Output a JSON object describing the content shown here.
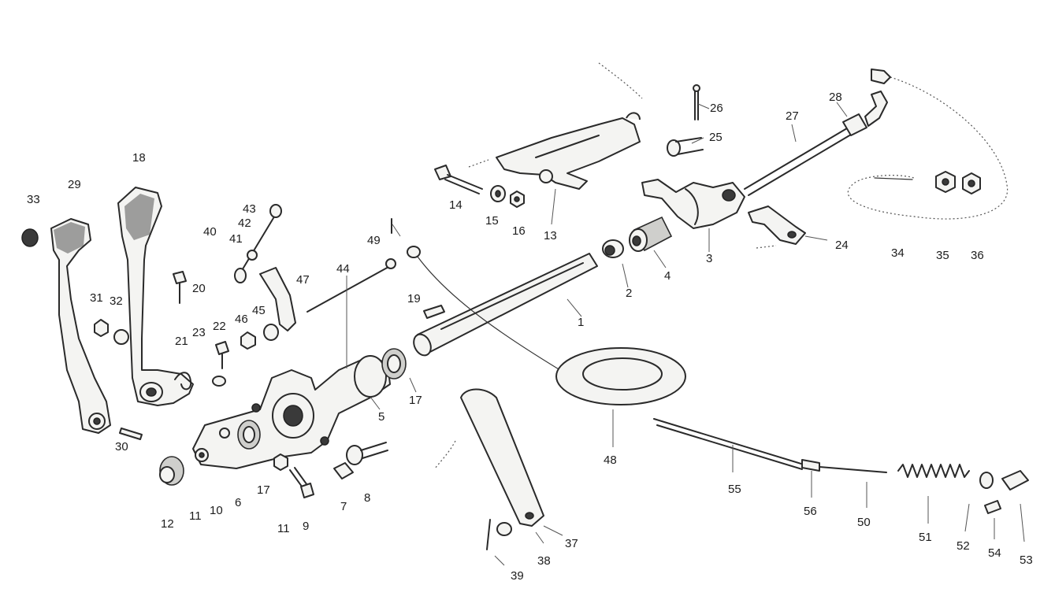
{
  "diagram": {
    "labels": {
      "l1": "1",
      "l2": "2",
      "l3": "3",
      "l4": "4",
      "l5": "5",
      "l6": "6",
      "l7": "7",
      "l8": "8",
      "l9": "9",
      "l10": "10",
      "l11a": "11",
      "l11b": "11",
      "l12": "12",
      "l13": "13",
      "l14": "14",
      "l15": "15",
      "l16": "16",
      "l17a": "17",
      "l17b": "17",
      "l18": "18",
      "l19": "19",
      "l20": "20",
      "l21": "21",
      "l22": "22",
      "l23": "23",
      "l24": "24",
      "l25": "25",
      "l26": "26",
      "l27": "27",
      "l28": "28",
      "l29": "29",
      "l30": "30",
      "l31": "31",
      "l32": "32",
      "l33": "33",
      "l34": "34",
      "l35": "35",
      "l36": "36",
      "l37": "37",
      "l38": "38",
      "l39": "39",
      "l40": "40",
      "l41": "41",
      "l42": "42",
      "l43": "43",
      "l44": "44",
      "l45": "45",
      "l46": "46",
      "l47": "47",
      "l48": "48",
      "l49": "49",
      "l50": "50",
      "l51": "51",
      "l52": "52",
      "l53": "53",
      "l54": "54",
      "l55": "55",
      "l56": "56"
    }
  }
}
